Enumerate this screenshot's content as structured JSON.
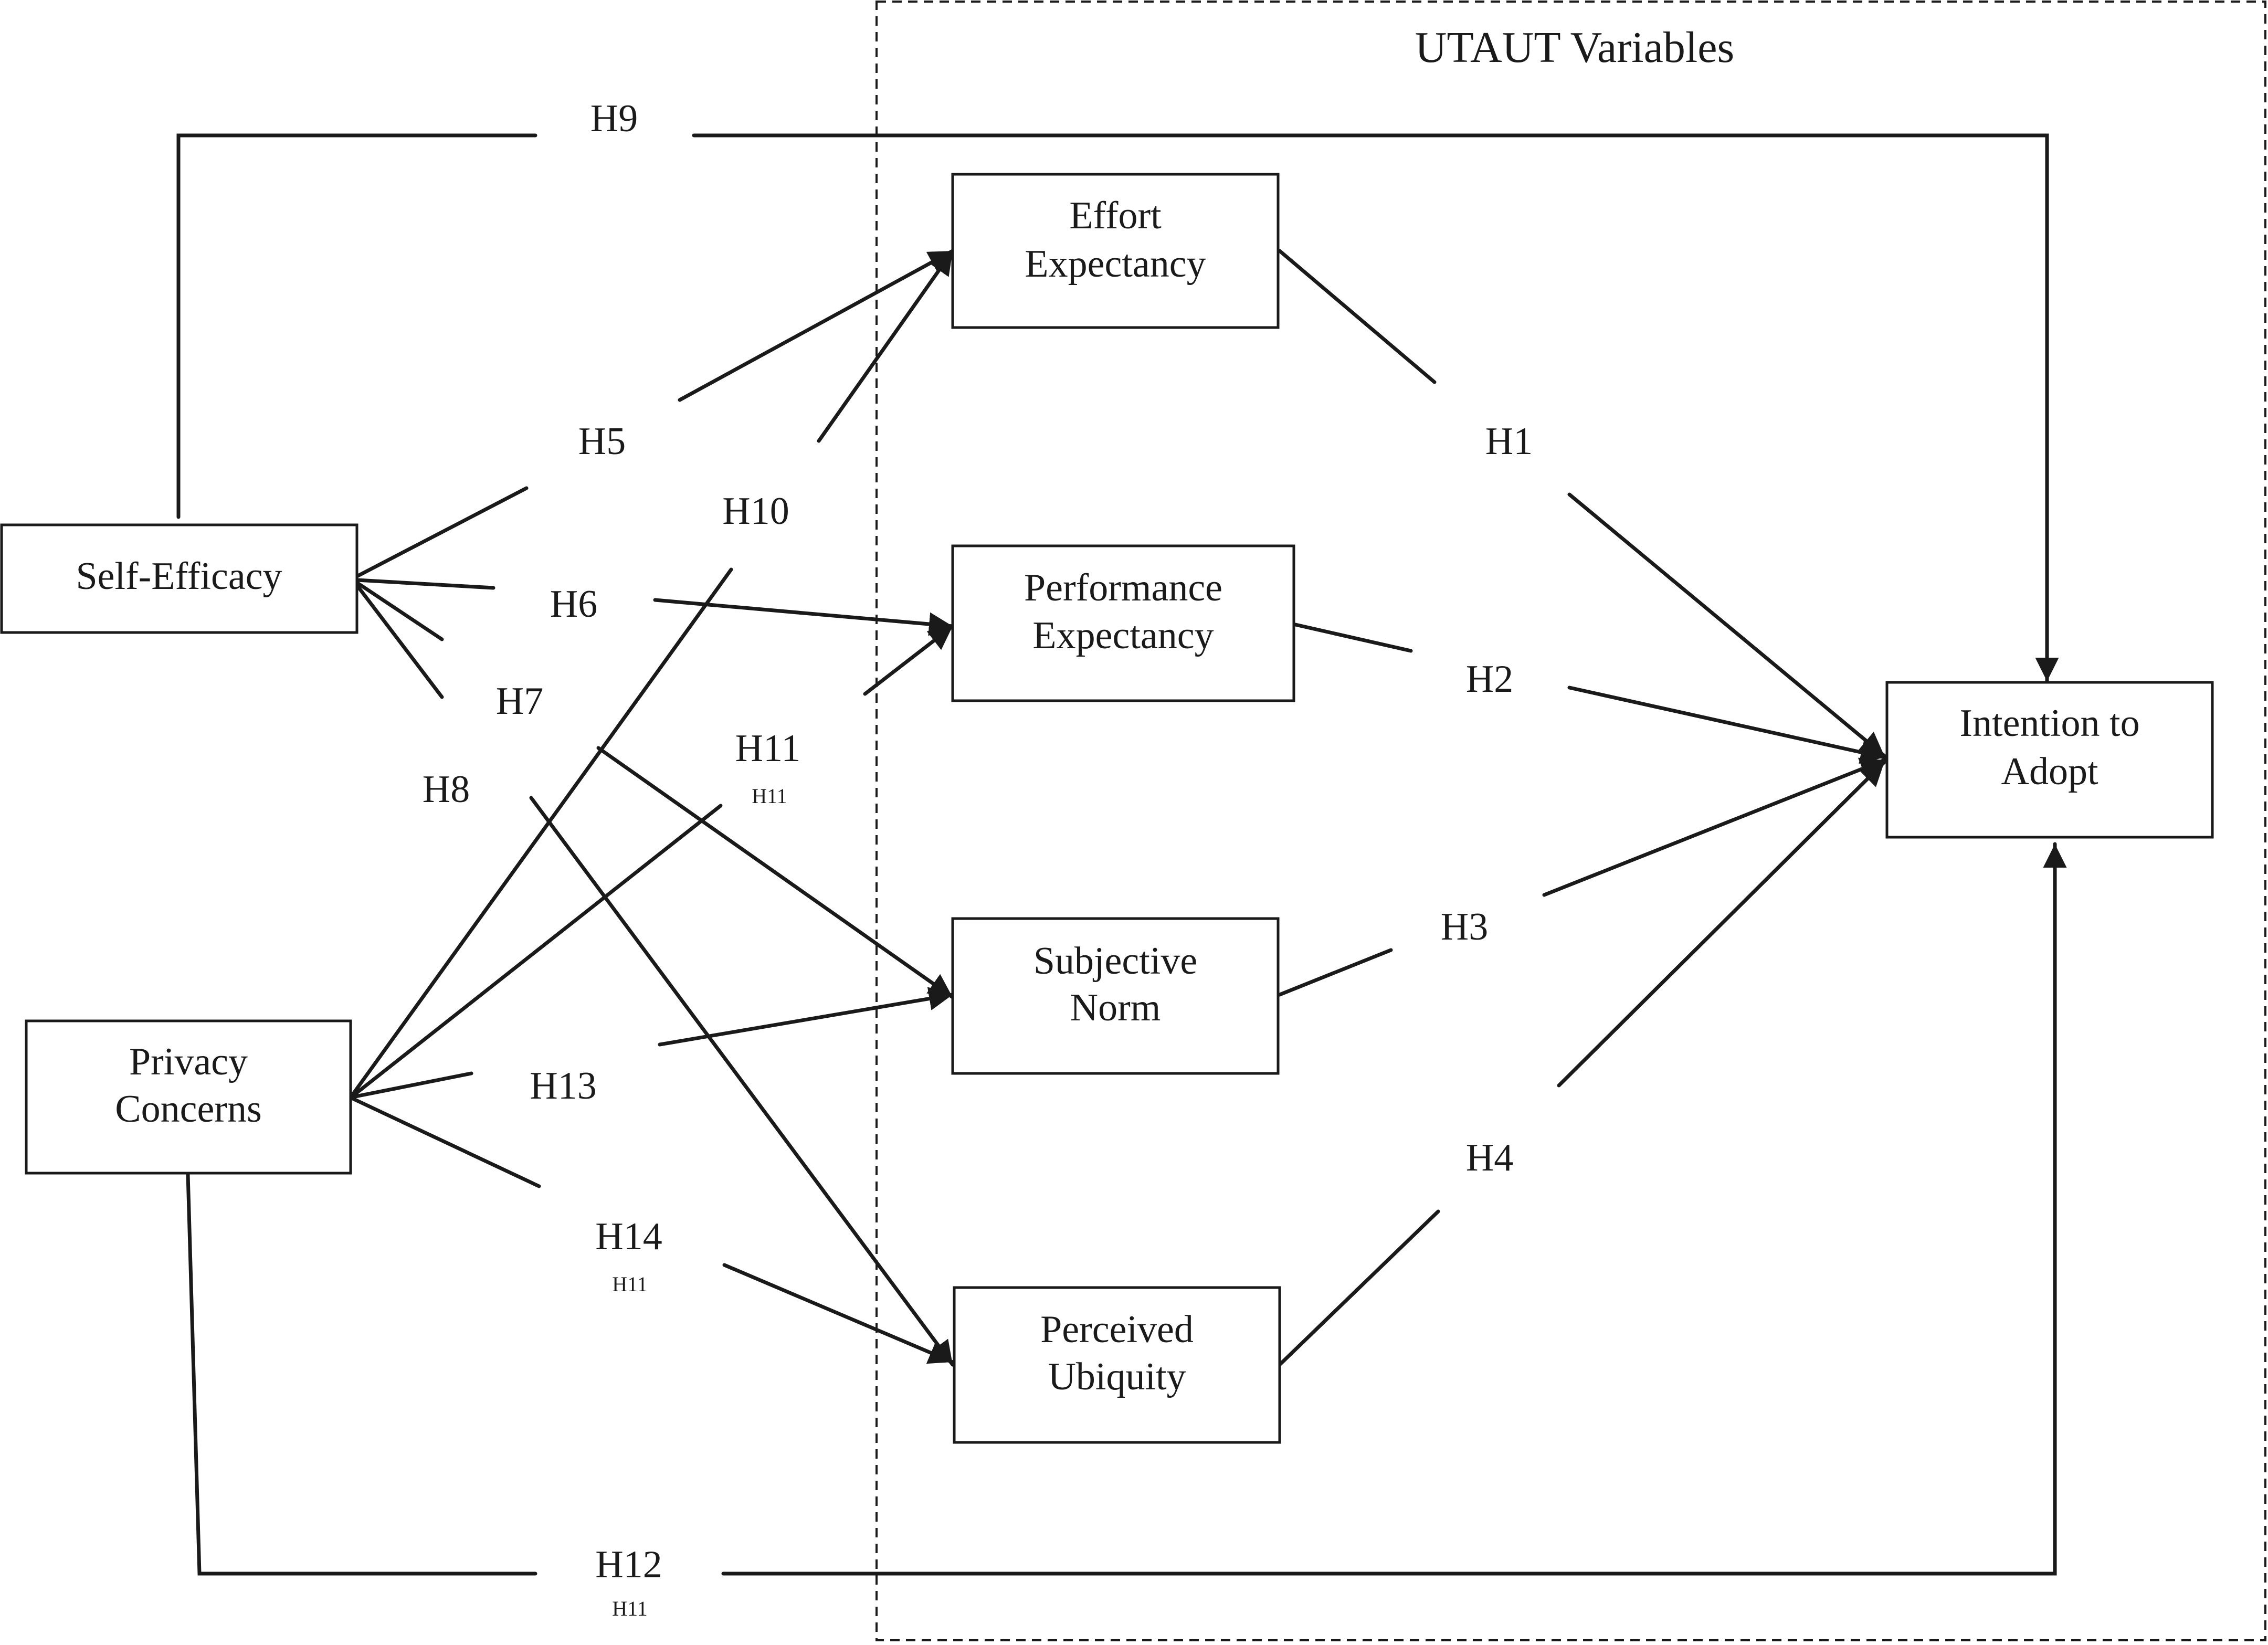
{
  "group": {
    "title": "UTAUT Variables"
  },
  "nodes": {
    "self_efficacy": [
      "Self-Efficacy"
    ],
    "privacy_concerns": [
      "Privacy",
      "Concerns"
    ],
    "effort_expectancy": [
      "Effort",
      "Expectancy"
    ],
    "performance_expectancy": [
      "Performance",
      "Expectancy"
    ],
    "subjective_norm": [
      "Subjective",
      "Norm"
    ],
    "perceived_ubiquity": [
      "Perceived",
      "Ubiquity"
    ],
    "intention_to_adopt": [
      "Intention to",
      "Adopt"
    ]
  },
  "hypotheses": {
    "H1": "H1",
    "H2": "H2",
    "H3": "H3",
    "H4": "H4",
    "H5": "H5",
    "H6": "H6",
    "H7": "H7",
    "H8": "H8",
    "H9": "H9",
    "H10": "H10",
    "H11": "H11",
    "H12": "H12",
    "H13": "H13",
    "H14": "H14"
  },
  "subscripts": {
    "H11": "H11",
    "H12": "H11",
    "H14": "H11"
  },
  "edges": [
    {
      "from": "effort_expectancy",
      "to": "intention_to_adopt",
      "label": "H1"
    },
    {
      "from": "performance_expectancy",
      "to": "intention_to_adopt",
      "label": "H2"
    },
    {
      "from": "subjective_norm",
      "to": "intention_to_adopt",
      "label": "H3"
    },
    {
      "from": "perceived_ubiquity",
      "to": "intention_to_adopt",
      "label": "H4"
    },
    {
      "from": "self_efficacy",
      "to": "effort_expectancy",
      "label": "H5"
    },
    {
      "from": "self_efficacy",
      "to": "performance_expectancy",
      "label": "H6"
    },
    {
      "from": "self_efficacy",
      "to": "subjective_norm",
      "label": "H7"
    },
    {
      "from": "self_efficacy",
      "to": "perceived_ubiquity",
      "label": "H8"
    },
    {
      "from": "self_efficacy",
      "to": "intention_to_adopt",
      "label": "H9"
    },
    {
      "from": "privacy_concerns",
      "to": "effort_expectancy",
      "label": "H10"
    },
    {
      "from": "privacy_concerns",
      "to": "performance_expectancy",
      "label": "H11"
    },
    {
      "from": "privacy_concerns",
      "to": "intention_to_adopt",
      "label": "H12"
    },
    {
      "from": "privacy_concerns",
      "to": "subjective_norm",
      "label": "H13"
    },
    {
      "from": "privacy_concerns",
      "to": "perceived_ubiquity",
      "label": "H14"
    }
  ]
}
